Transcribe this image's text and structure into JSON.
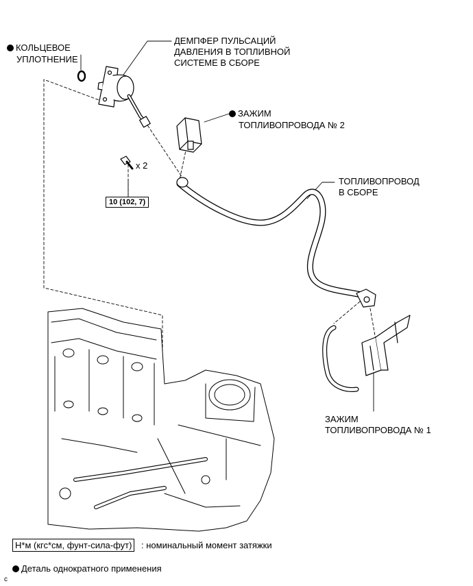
{
  "labels": {
    "o_ring_line1": "КОЛЬЦЕВОЕ",
    "o_ring_line2": "УПЛОТНЕНИЕ",
    "damper_line1": "ДЕМПФЕР ПУЛЬСАЦИЙ",
    "damper_line2": "ДАВЛЕНИЯ В ТОПЛИВНОЙ",
    "damper_line3": "СИСТЕМЕ В СБОРЕ",
    "clamp2_line1": "ЗАЖИМ",
    "clamp2_line2": "ТОПЛИВОПРОВОДА № 2",
    "pipe_line1": "ТОПЛИВОПРОВОД",
    "pipe_line2": "В СБОРЕ",
    "clamp1_line1": "ЗАЖИМ",
    "clamp1_line2": "ТОПЛИВОПРОВОДА № 1",
    "bolt_qty": "x 2",
    "torque_value": "10 (102, 7)"
  },
  "legend": {
    "torque_unit": "Н*м (кгс*см, фунт-сила-фут)",
    "torque_desc": ": номинальный момент затяжки",
    "one_time": "Деталь однократного применения"
  },
  "corner_mark": "c"
}
